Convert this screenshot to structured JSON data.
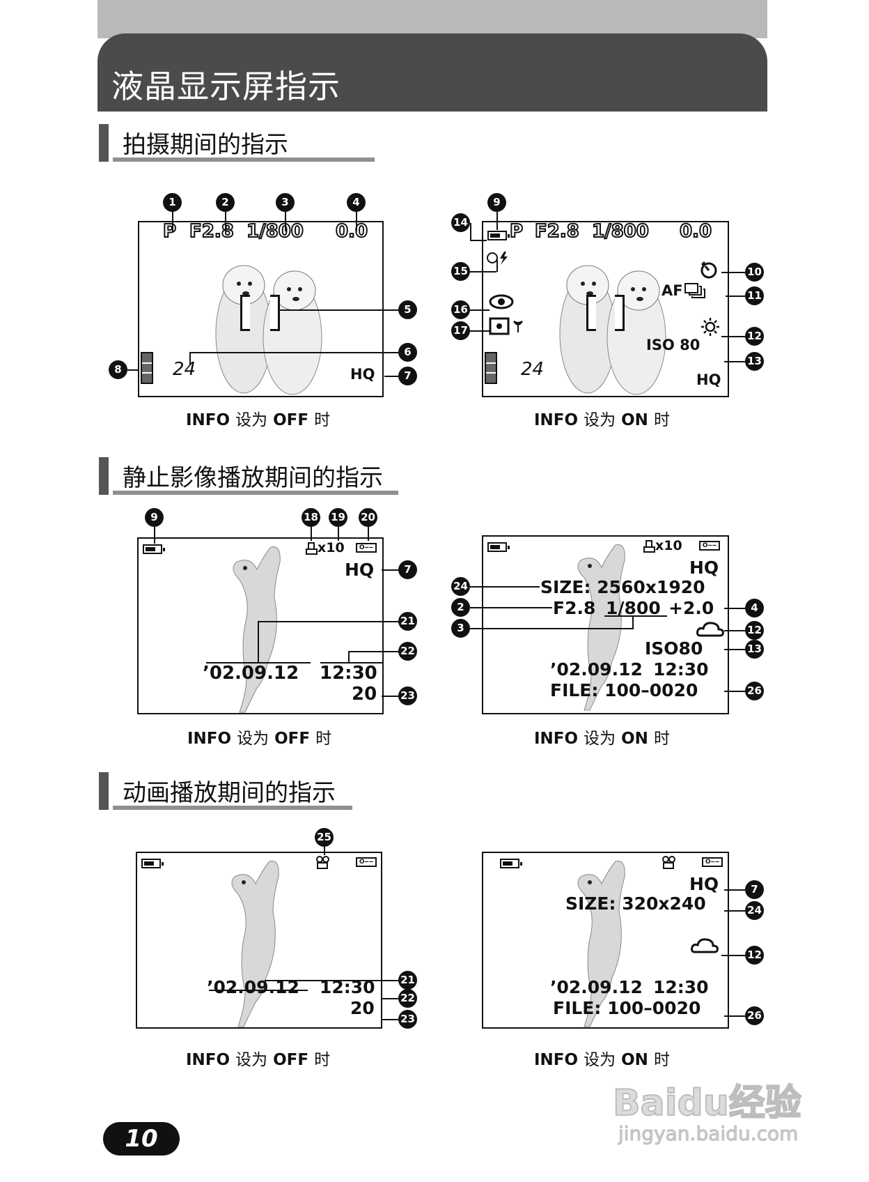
{
  "header": {
    "title": "液晶显示屏指示"
  },
  "sections": {
    "shooting": "拍摄期间的指示",
    "still_playback": "静止影像播放期间的指示",
    "movie_playback": "动画播放期间的指示"
  },
  "captions": {
    "off_prefix": "INFO",
    "off_mid": "设为",
    "off_state": "OFF",
    "off_suffix": "时",
    "on_state": "ON"
  },
  "shoot": {
    "mode": "P",
    "aperture": "F2.8",
    "shutter": "1/800",
    "exposure": "0.0",
    "frames": "24",
    "quality": "HQ",
    "af_label": "AF",
    "iso": "ISO 80"
  },
  "still": {
    "prints": "x10",
    "quality": "HQ",
    "size": "SIZE: 2560x1920",
    "aperture": "F2.8",
    "shutter": "1/800",
    "exposure": "+2.0",
    "iso": "ISO80",
    "date": "’02.09.12",
    "time": "12:30",
    "frame": "20",
    "file": "FILE: 100–0020"
  },
  "movie": {
    "quality": "HQ",
    "size": "SIZE: 320x240",
    "date": "’02.09.12",
    "time": "12:30",
    "frame": "20",
    "file": "FILE: 100–0020"
  },
  "callouts": {
    "n1": "1",
    "n2": "2",
    "n3": "3",
    "n4": "4",
    "n5": "5",
    "n6": "6",
    "n7": "7",
    "n8": "8",
    "n9": "9",
    "n10": "10",
    "n11": "11",
    "n12": "12",
    "n13": "13",
    "n14": "14",
    "n15": "15",
    "n16": "16",
    "n17": "17",
    "n18": "18",
    "n19": "19",
    "n20": "20",
    "n21": "21",
    "n22": "22",
    "n23": "23",
    "n24": "24",
    "n25": "25",
    "n26": "26"
  },
  "page": {
    "number": "10"
  },
  "watermark": {
    "main": "Baidu经验",
    "sub": "jingyan.baidu.com"
  }
}
